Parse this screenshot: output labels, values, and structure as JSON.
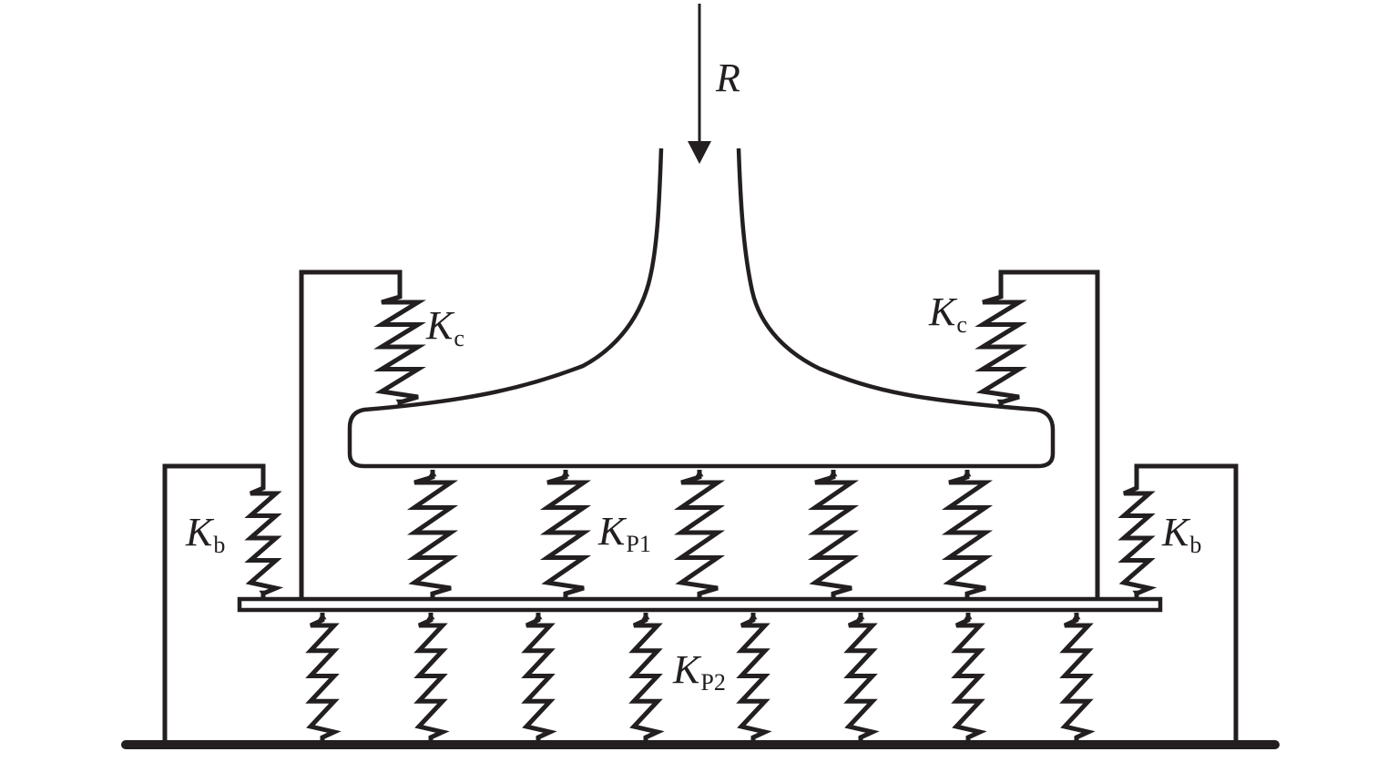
{
  "diagram": {
    "title": "Rail–sleeper–ballast spring model",
    "colors": {
      "ink": "#231f20",
      "background": "#ffffff"
    },
    "load": {
      "symbol": "R",
      "description": "wheel load acting downward on rail"
    },
    "labels": {
      "kc_left": {
        "main": "K",
        "sub": "c"
      },
      "kc_right": {
        "main": "K",
        "sub": "c"
      },
      "kb_left": {
        "main": "K",
        "sub": "b"
      },
      "kb_right": {
        "main": "K",
        "sub": "b"
      },
      "kp1": {
        "main": "K",
        "sub": "P1"
      },
      "kp2": {
        "main": "K",
        "sub": "P2"
      }
    },
    "components": {
      "rail": "rail head and foot",
      "fastener_springs_kc": 2,
      "pad_springs_kp1": 5,
      "ballast_springs_kp2": 8,
      "shoulder_springs_kb": 2,
      "sleeper": "sleeper plate",
      "ground": "ground line"
    }
  }
}
